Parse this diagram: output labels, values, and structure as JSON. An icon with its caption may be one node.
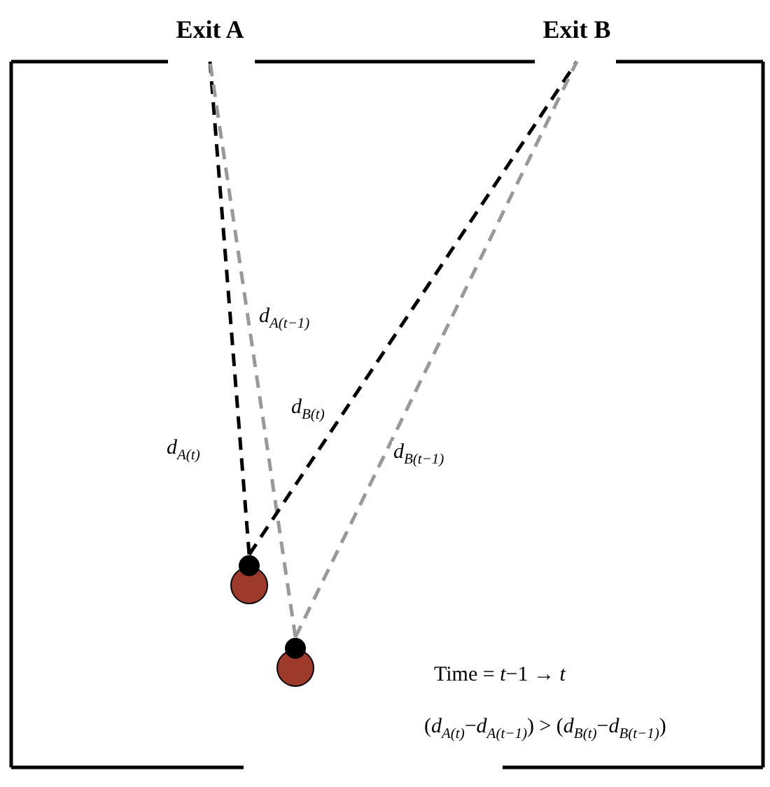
{
  "diagram": {
    "nodes": [
      {
        "text": [
          "Exit A"
        ]
      },
      {
        "text": [
          "Exit B"
        ]
      },
      {
        "text": [],
        "shape": "person"
      },
      {
        "text": [],
        "shape": "person"
      }
    ],
    "edges": [
      {
        "from": 2,
        "to": 0,
        "arrow": "none",
        "style": "dashed",
        "label": "d$_{A(t)}$"
      },
      {
        "from": 3,
        "to": 0,
        "arrow": "none",
        "style": "dashed",
        "color": "#999999",
        "label": "d$_{A(t−1)}$"
      },
      {
        "from": 2,
        "to": 1,
        "arrow": "none",
        "style": "dashed",
        "label": "d$_{B(t)}$"
      },
      {
        "from": 3,
        "to": 1,
        "arrow": "none",
        "style": "dashed",
        "color": "#999999",
        "label": "d$_{B(t−1)}$"
      }
    ],
    "labels": [
      "Time = *t*−1 → *t*",
      "(*d*$_{A(t)}$−*d*$_{A(t−1)}$) > (*d*$_{B(t)}$−*d*$_{B(t−1)}$)"
    ]
  }
}
